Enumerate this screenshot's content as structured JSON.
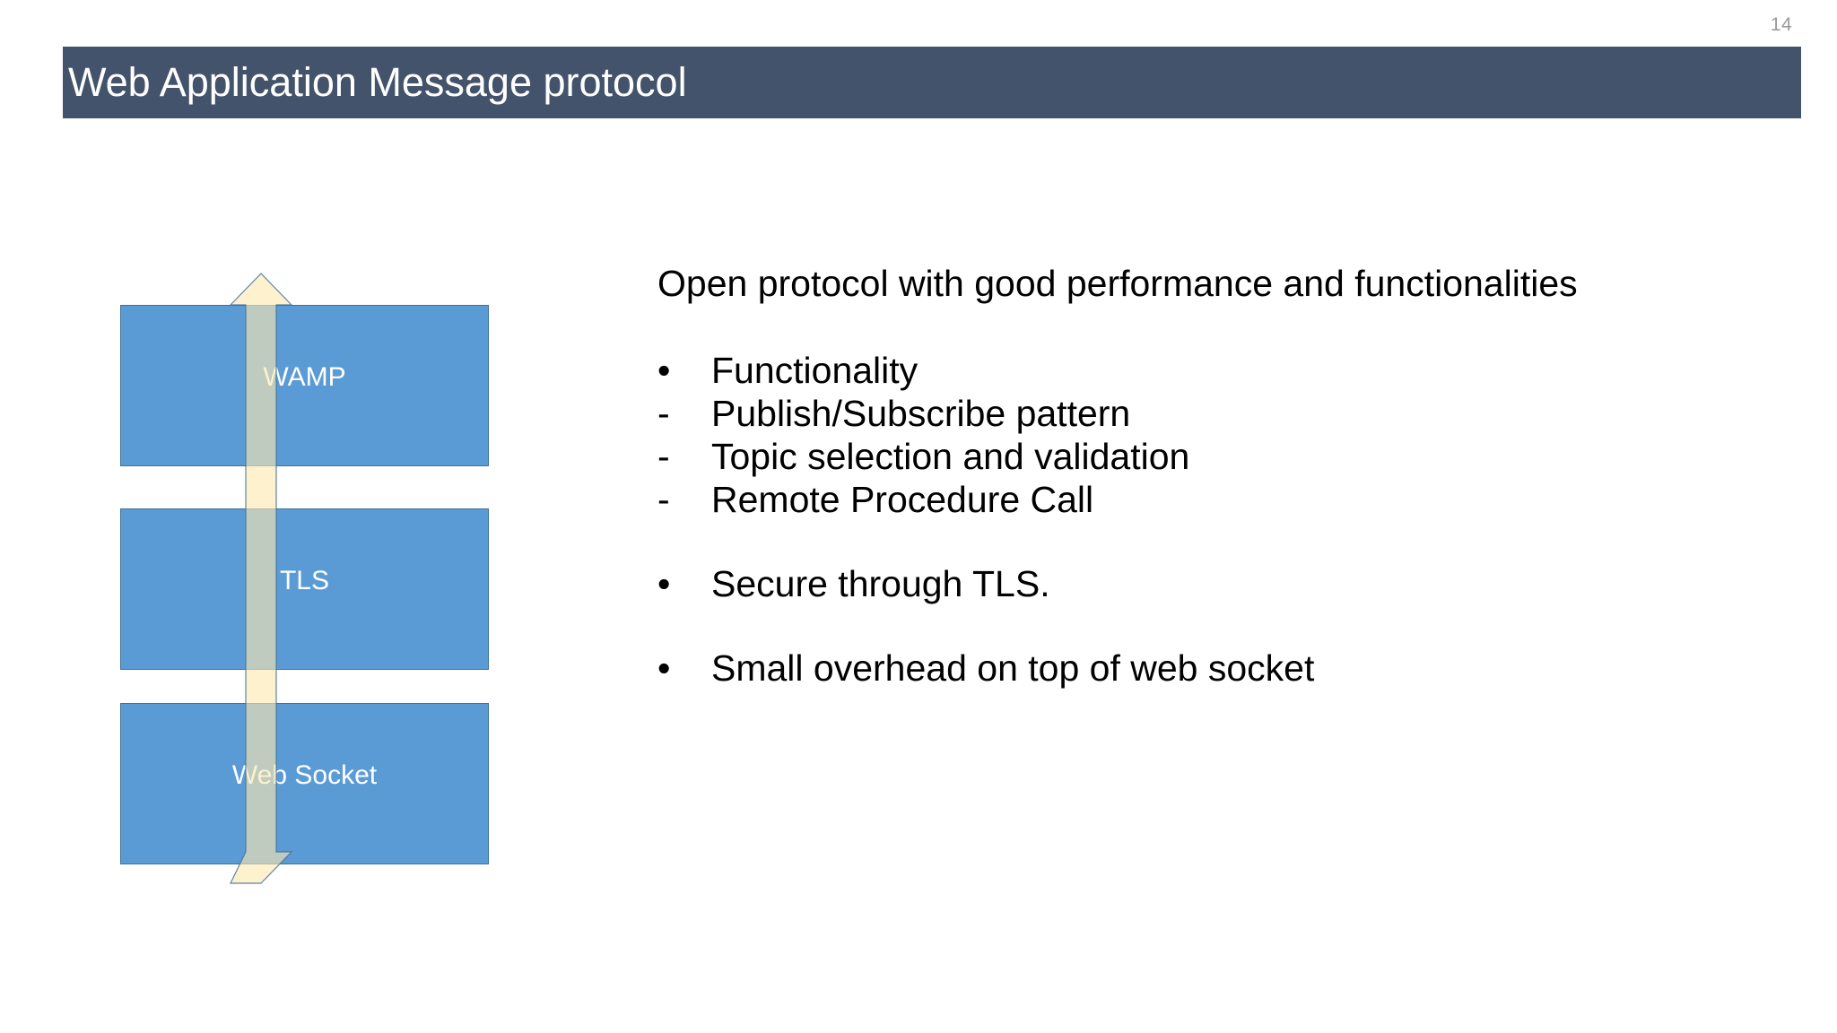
{
  "slide": {
    "number": "14",
    "title": "Web Application Message protocol"
  },
  "colors": {
    "title_bar": "#43536B",
    "box_fill": "#5B9BD5",
    "box_border": "#41719C",
    "arrow_fill": "#FCE9B0",
    "arrow_border": "#41719C",
    "arrow_blend_over_box": "#9DB389",
    "text": "#000000",
    "box_label_text": "#FFFFFF",
    "slide_number_text": "#9A9A9A"
  },
  "diagram": {
    "name": "protocol-stack",
    "arrow": {
      "name": "bidirectional-arrow",
      "direction": "both",
      "opacity": 0.5
    },
    "boxes": [
      {
        "label": "WAMP"
      },
      {
        "label": "TLS"
      },
      {
        "label": "Web Socket"
      }
    ]
  },
  "content": {
    "lead": "Open protocol with good performance and functionalities",
    "lines": [
      {
        "marker": "•",
        "text": "Functionality",
        "spaced": false
      },
      {
        "marker": "-",
        "text": "Publish/Subscribe pattern",
        "spaced": false
      },
      {
        "marker": "-",
        "text": "Topic selection and validation",
        "spaced": false
      },
      {
        "marker": "-",
        "text": "Remote Procedure Call",
        "spaced": false
      },
      {
        "marker": "•",
        "text": "Secure through TLS.",
        "spaced": true
      },
      {
        "marker": "•",
        "text": "Small overhead on top of web socket",
        "spaced": true
      }
    ]
  }
}
